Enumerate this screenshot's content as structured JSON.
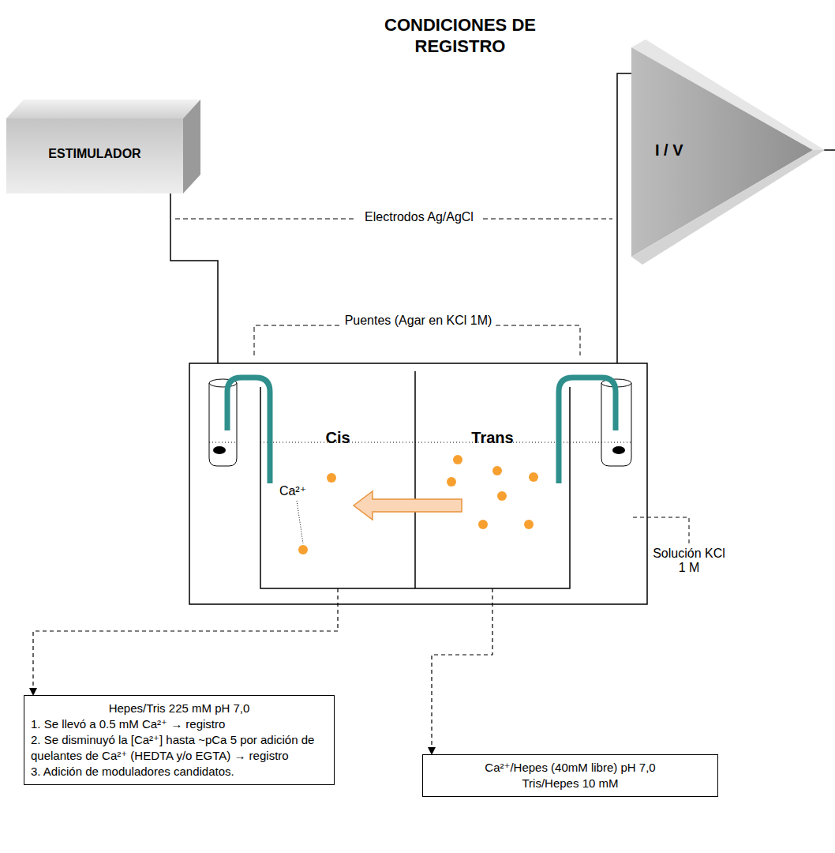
{
  "diagram": {
    "title": "CONDICIONES DE REGISTRO",
    "nodes": [
      {
        "text": [
          "ESTIMULADOR"
        ]
      },
      {
        "text": [
          "I / V"
        ]
      },
      {
        "text": [
          "Cis"
        ]
      },
      {
        "text": [
          "Trans"
        ]
      },
      {
        "text": [
          "Hepes/Tris 225 mM pH 7,0",
          "1. Se llevó a 0.5 mM Ca²⁺ → registro",
          "2. Se disminuyó la [Ca²⁺] hasta ~pCa 5 por adición de quelantes de Ca²⁺ (HEDTA y/o EGTA) → registro",
          "3. Adición de moduladores candidatos."
        ]
      },
      {
        "text": [
          "Ca²⁺/Hepes (40mM libre) pH 7,0",
          "Tris/Hepes 10 mM"
        ]
      }
    ],
    "edges": [
      {
        "from": 2,
        "to": 4,
        "arrow": "to"
      },
      {
        "from": 3,
        "to": 5,
        "arrow": "to"
      }
    ],
    "labels": [
      "Electrodos Ag/AgCl",
      "Puentes (Agar en KCl 1M)",
      "Ca²⁺",
      "Solución KCl 1 M"
    ]
  }
}
